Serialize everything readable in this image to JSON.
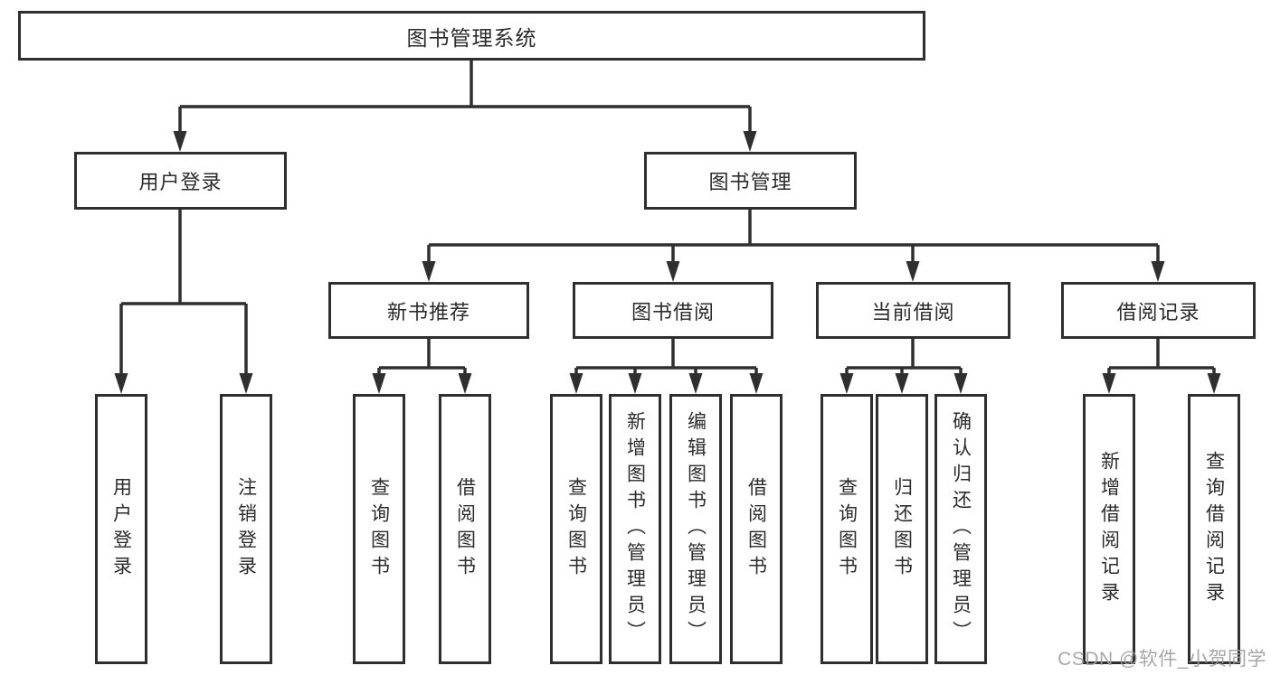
{
  "tree": {
    "label": "图书管理系统",
    "children": [
      {
        "label": "用户登录",
        "children": [
          {
            "label": "用户登录"
          },
          {
            "label": "注销登录"
          }
        ]
      },
      {
        "label": "图书管理",
        "children": [
          {
            "label": "新书推荐",
            "children": [
              {
                "label": "查询图书"
              },
              {
                "label": "借阅图书"
              }
            ]
          },
          {
            "label": "图书借阅",
            "children": [
              {
                "label": "查询图书"
              },
              {
                "label": "新增图书（管理员）"
              },
              {
                "label": "编辑图书（管理员）"
              },
              {
                "label": "借阅图书"
              }
            ]
          },
          {
            "label": "当前借阅",
            "children": [
              {
                "label": "查询图书"
              },
              {
                "label": "归还图书"
              },
              {
                "label": "确认归还（管理员）"
              }
            ]
          },
          {
            "label": "借阅记录",
            "children": [
              {
                "label": "新增借阅记录"
              },
              {
                "label": "查询借阅记录"
              }
            ]
          }
        ]
      }
    ]
  },
  "watermark": {
    "text": "CSDN @软件_小贺同学"
  },
  "colors": {
    "line": "#2f2f2f",
    "text": "#2b2b2b",
    "background": "#ffffff",
    "watermark": "#9e9e9e"
  }
}
